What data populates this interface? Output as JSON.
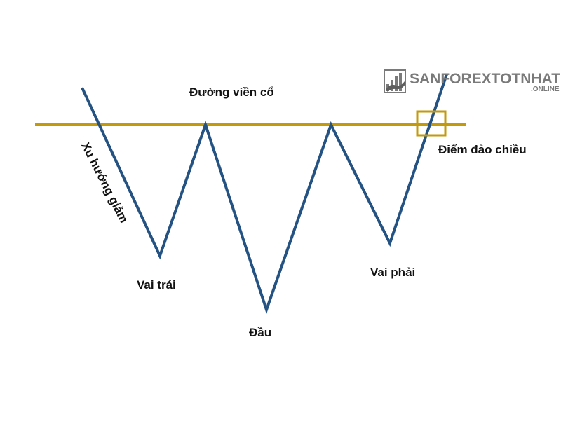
{
  "labels": {
    "neckline": "Đường viền cổ",
    "downtrend": "Xu hướng giảm",
    "left_shoulder": "Vai trái",
    "head": "Đầu",
    "right_shoulder": "Vai phải",
    "reversal_point": "Điểm đảo chiều"
  },
  "logo": {
    "name": "SANFOREXTOTNHAT",
    "suffix": ".ONLINE"
  },
  "colors": {
    "price_line": "#245383",
    "neckline": "#c39a0b",
    "text": "#111111",
    "logo": "#7a7a7a"
  },
  "icons": {
    "logo_mark": "bull-chart-icon"
  }
}
